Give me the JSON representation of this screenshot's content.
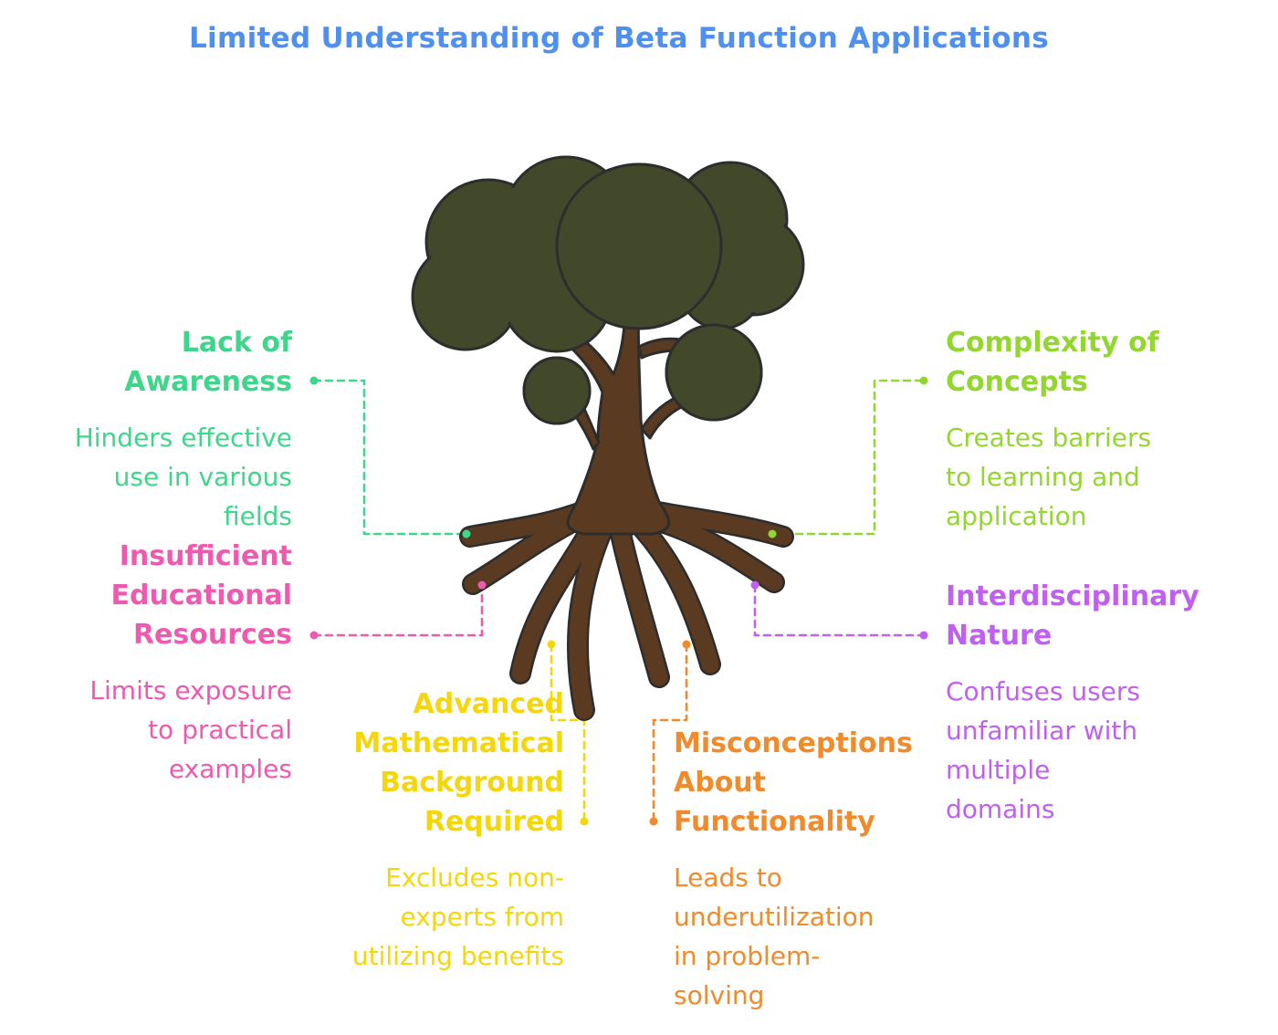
{
  "title": "Limited Understanding of Beta Function Applications",
  "icons": {
    "tree": "tree-with-roots-illustration"
  },
  "colors": {
    "title": "#4f8ff0",
    "foliage": "#42492b",
    "trunk": "#5a3b22",
    "lack_of_awareness": "#3ed68a",
    "complexity_of_concepts": "#94d630",
    "insufficient_resources": "#ee5ab0",
    "interdisciplinary_nature": "#c060f0",
    "advanced_background": "#f5d60a",
    "misconceptions": "#f08a2a"
  },
  "items": {
    "lack_of_awareness": {
      "heading": [
        "Lack of",
        "Awareness"
      ],
      "description": [
        "Hinders effective",
        "use in various",
        "fields"
      ]
    },
    "complexity_of_concepts": {
      "heading": [
        "Complexity of",
        "Concepts"
      ],
      "description": [
        "Creates barriers",
        "to learning and",
        "application"
      ]
    },
    "insufficient_resources": {
      "heading": [
        "Insufficient",
        "Educational",
        "Resources"
      ],
      "description": [
        "Limits exposure",
        "to practical",
        "examples"
      ]
    },
    "interdisciplinary_nature": {
      "heading": [
        "Interdisciplinary",
        "Nature"
      ],
      "description": [
        "Confuses users",
        "unfamiliar with",
        "multiple",
        "domains"
      ]
    },
    "advanced_background": {
      "heading": [
        "Advanced",
        "Mathematical",
        "Background",
        "Required"
      ],
      "description": [
        "Excludes non-",
        "experts from",
        "utilizing benefits"
      ]
    },
    "misconceptions": {
      "heading": [
        "Misconceptions",
        "About",
        "Functionality"
      ],
      "description": [
        "Leads to",
        "underutilization",
        "in problem-",
        "solving"
      ]
    }
  }
}
